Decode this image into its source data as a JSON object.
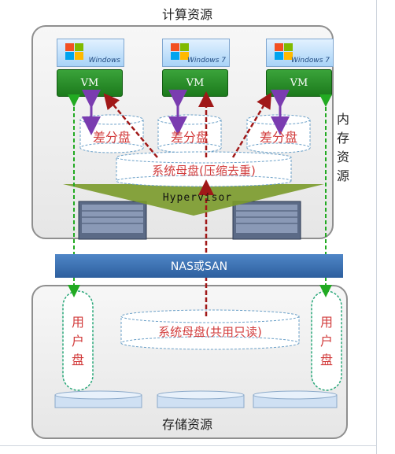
{
  "compute_label": "计算资源",
  "storage_label": "存储资源",
  "memory_label_chars": [
    "内",
    "存",
    "资",
    "源"
  ],
  "os_logos": [
    {
      "text": "Windows"
    },
    {
      "text": "Windows 7"
    },
    {
      "text": "Windows 7"
    }
  ],
  "vms": [
    "VM",
    "VM",
    "VM"
  ],
  "diff_disks": [
    "差分盘",
    "差分盘",
    "差分盘"
  ],
  "system_master_compressed": "系统母盘(压缩去重)",
  "hypervisor": "Hypervisor",
  "network": "NAS或SAN",
  "user_disk_chars": [
    "用",
    "户",
    "盘"
  ],
  "system_master_shared": "系统母盘(共用只读)",
  "colors": {
    "vm_green": "#2e8b2e",
    "red_text": "#d23c3c",
    "network_blue": "#3a6fb0",
    "hypervisor_green": "#6b8e23",
    "arrow_red": "#a01818",
    "arrow_green": "#22aa22",
    "arrow_purple": "#7a3cb0"
  }
}
